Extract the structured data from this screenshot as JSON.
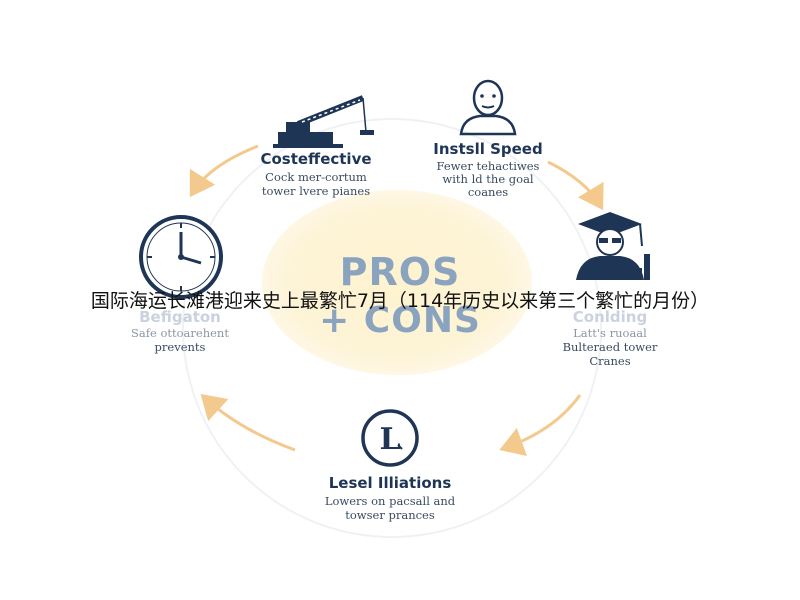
{
  "center": {
    "line1": "PROS",
    "line2": "+ CONS"
  },
  "nodes": {
    "cost": {
      "title": "Costeffective",
      "desc": [
        "Cock mer-cortum",
        "tower lvere pianes"
      ]
    },
    "install": {
      "title": "Instsll Speed",
      "desc": [
        "Fewer tehactiwes",
        "with ld the goal",
        "coanes"
      ]
    },
    "timing": {
      "title": "Befigaton",
      "desc": [
        "Safe ottoarehent",
        "prevents"
      ]
    },
    "cooling": {
      "title": "Conlding",
      "desc": [
        "Latt's ruoaal",
        "Bulteraed tower",
        "Cranes"
      ]
    },
    "legal": {
      "title": "Lesel Illiations",
      "desc": [
        "Lowers on pacsall and",
        "towser prances"
      ]
    }
  },
  "banner": "国际海运长滩港迎来史上最繁忙7月（114年历史以来第三个繁忙的月份）",
  "colors": {
    "navy": "#1f3556",
    "arrow": "#f3c98d",
    "glow": "#fdf3d6",
    "center_text": "#8aa3be"
  },
  "icons": [
    "crane-icon",
    "person-icon",
    "clock-icon",
    "graduate-icon",
    "legal-l-icon"
  ]
}
